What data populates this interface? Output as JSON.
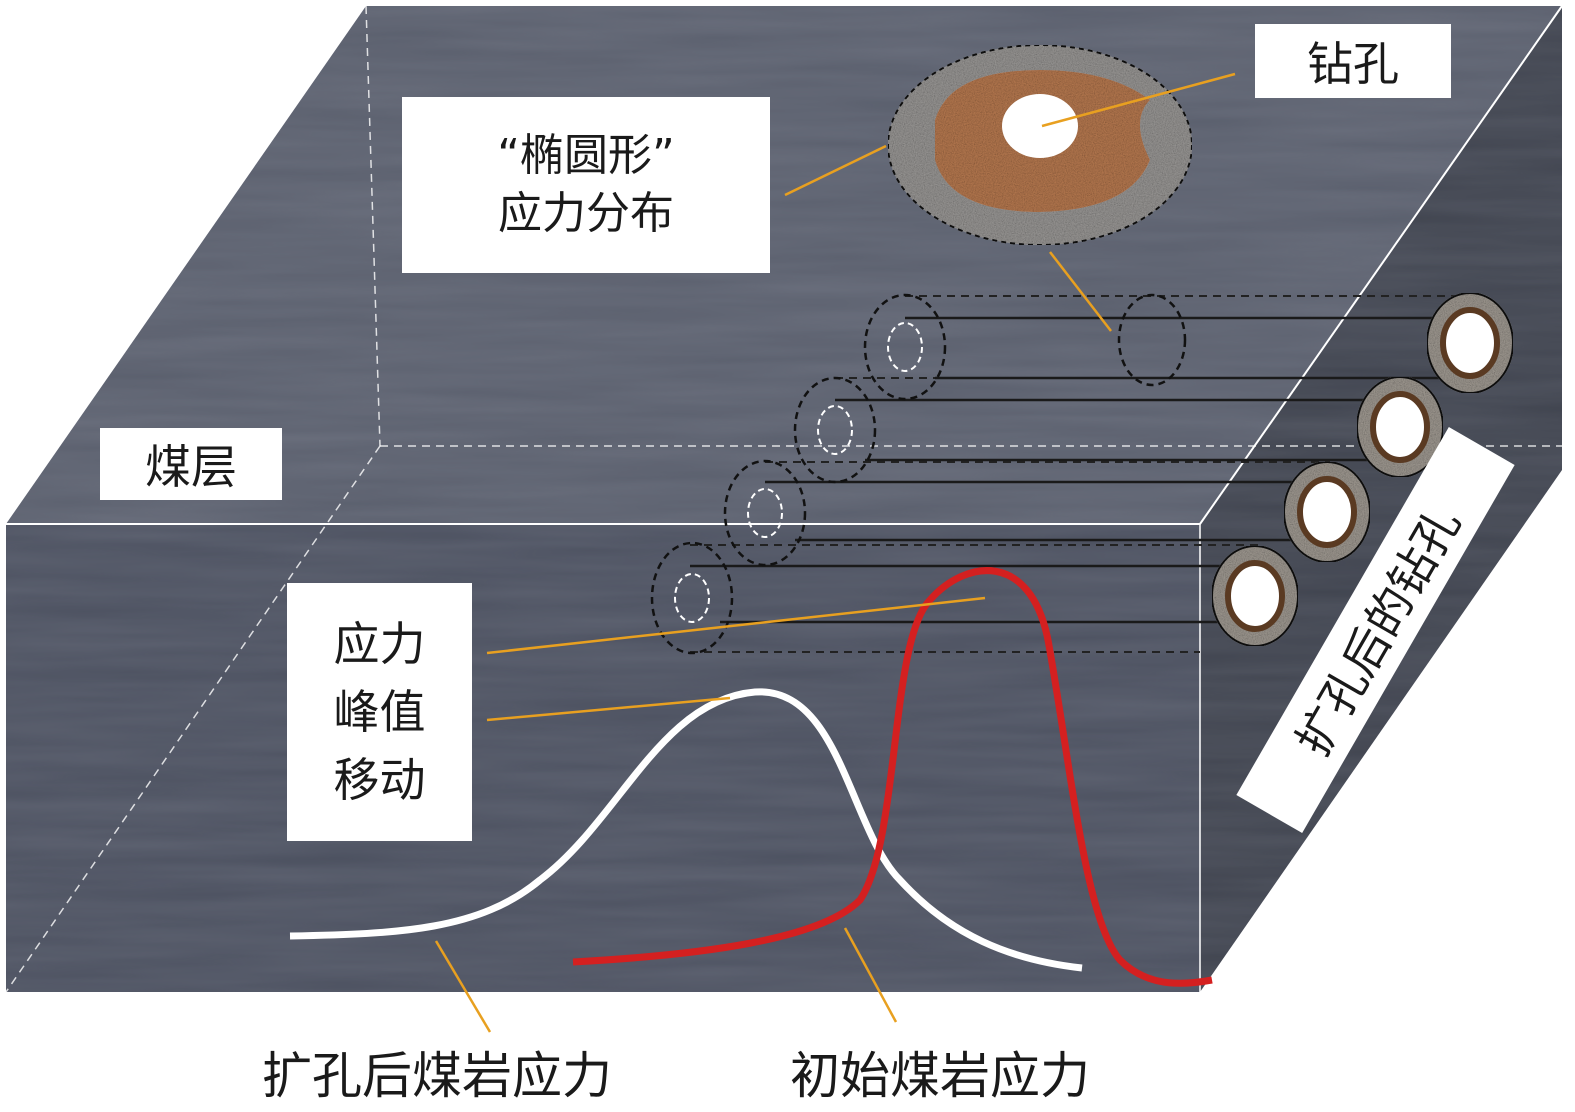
{
  "labels": {
    "coal_seam": "煤层",
    "borehole": "钻孔",
    "elliptical_line1": "“椭圆形”",
    "elliptical_line2": "应力分布",
    "peak_line1": "应力",
    "peak_line2": "峰值",
    "peak_line3": "移动",
    "enlarged_borehole": "扩孔后的钻孔",
    "after_reaming_stress": "扩孔后煤岩应力",
    "initial_stress": "初始煤岩应力"
  },
  "colors": {
    "coal_block": "#4c5160",
    "coal_top": "#5a5f6d",
    "coal_side": "#40444f",
    "leader_line": "#e8a020",
    "initial_curve": "#d42020",
    "after_curve": "#ffffff",
    "ellipse_inner": "#b87a50",
    "ellipse_outer": "#9a9896"
  }
}
